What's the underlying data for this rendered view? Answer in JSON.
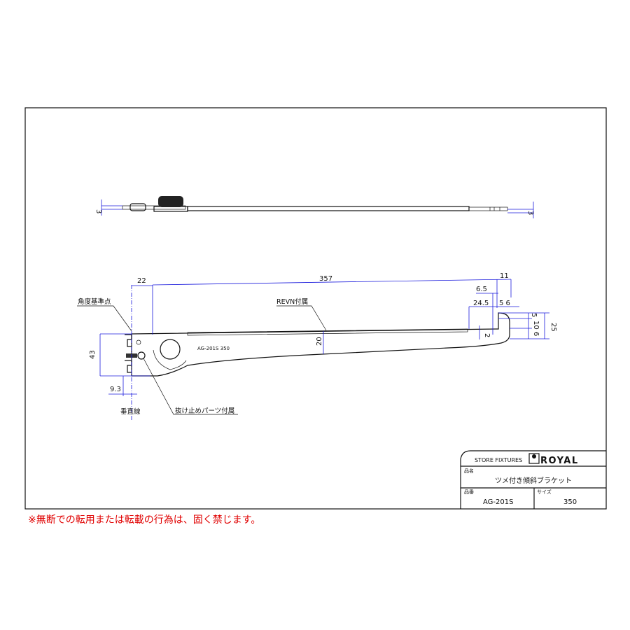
{
  "drawing": {
    "top_view": {
      "dim_left": "3",
      "dim_right": "3"
    },
    "side_view": {
      "dims": {
        "d22": "22",
        "d357": "357",
        "d11": "11",
        "d6_5": "6.5",
        "d24_5": "24.5",
        "d5_6": "5 6",
        "d20": "20",
        "d2": "2",
        "d5": "5",
        "d10_6": "10 6",
        "d25": "25",
        "d43": "43",
        "d9_3": "9.3"
      },
      "labels": {
        "angle_ref": "角度基準点",
        "revn": "REVN付属",
        "vertical": "垂直線",
        "stopper": "抜け止めパーツ付属"
      },
      "engraving": "AG-201S   350"
    }
  },
  "title_block": {
    "company_left": "STORE FIXTURES",
    "brand": "ROYAL",
    "name_label": "品名",
    "name_value": "ツメ付き傾斜ブラケット",
    "part_label": "品番",
    "part_value": "AG-201S",
    "size_label": "サイズ",
    "size_value": "350"
  },
  "warning": "※無断での転用または転載の行為は、固く禁じます。",
  "colors": {
    "dimension": "#1a1adc",
    "warning": "#e00000"
  }
}
